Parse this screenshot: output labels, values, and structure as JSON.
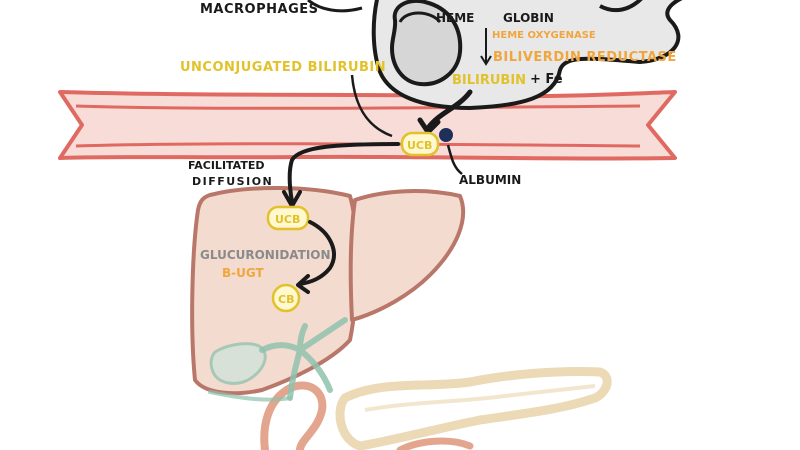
{
  "labels": {
    "macrophages": "MACROPHAGES",
    "heme": "HEME",
    "globin": "GLOBIN",
    "heme_oxygenase": "HEME OXYGENASE",
    "biliverdin_reductase": "BILIVERDIN REDUCTASE",
    "bilirubin": "BILIRUBIN",
    "plus_fe": "+ Fe",
    "unconjugated_bilirubin": "UNCONJUGATED BILIRUBIN",
    "ucb_blood": "UCB",
    "albumin": "ALBUMIN",
    "facilitated_diffusion_1": "FACILITATED",
    "facilitated_diffusion_2": "DIFFUSION",
    "ucb_liver": "UCB",
    "glucuronidation": "GLUCURONIDATION",
    "b_ugt": "B-UGT",
    "cb": "CB"
  },
  "colors": {
    "outline": "#1a1a1a",
    "macrophage_fill": "#e8e8e8",
    "enzyme_orange": "#f0a63c",
    "bilirubin_yellow": "#e2c22a",
    "vessel_red": "#e06a62",
    "vessel_fill": "#f8dcd8",
    "liver_outline": "#b9776a",
    "liver_fill": "#f4dbd0",
    "albumin_blue": "#1f2f5a",
    "gallbladder_green": "#8fc2ad",
    "pancreas": "#ecd9b6",
    "duodenum": "#e3a58e",
    "gray_text": "#8a8a8a"
  }
}
